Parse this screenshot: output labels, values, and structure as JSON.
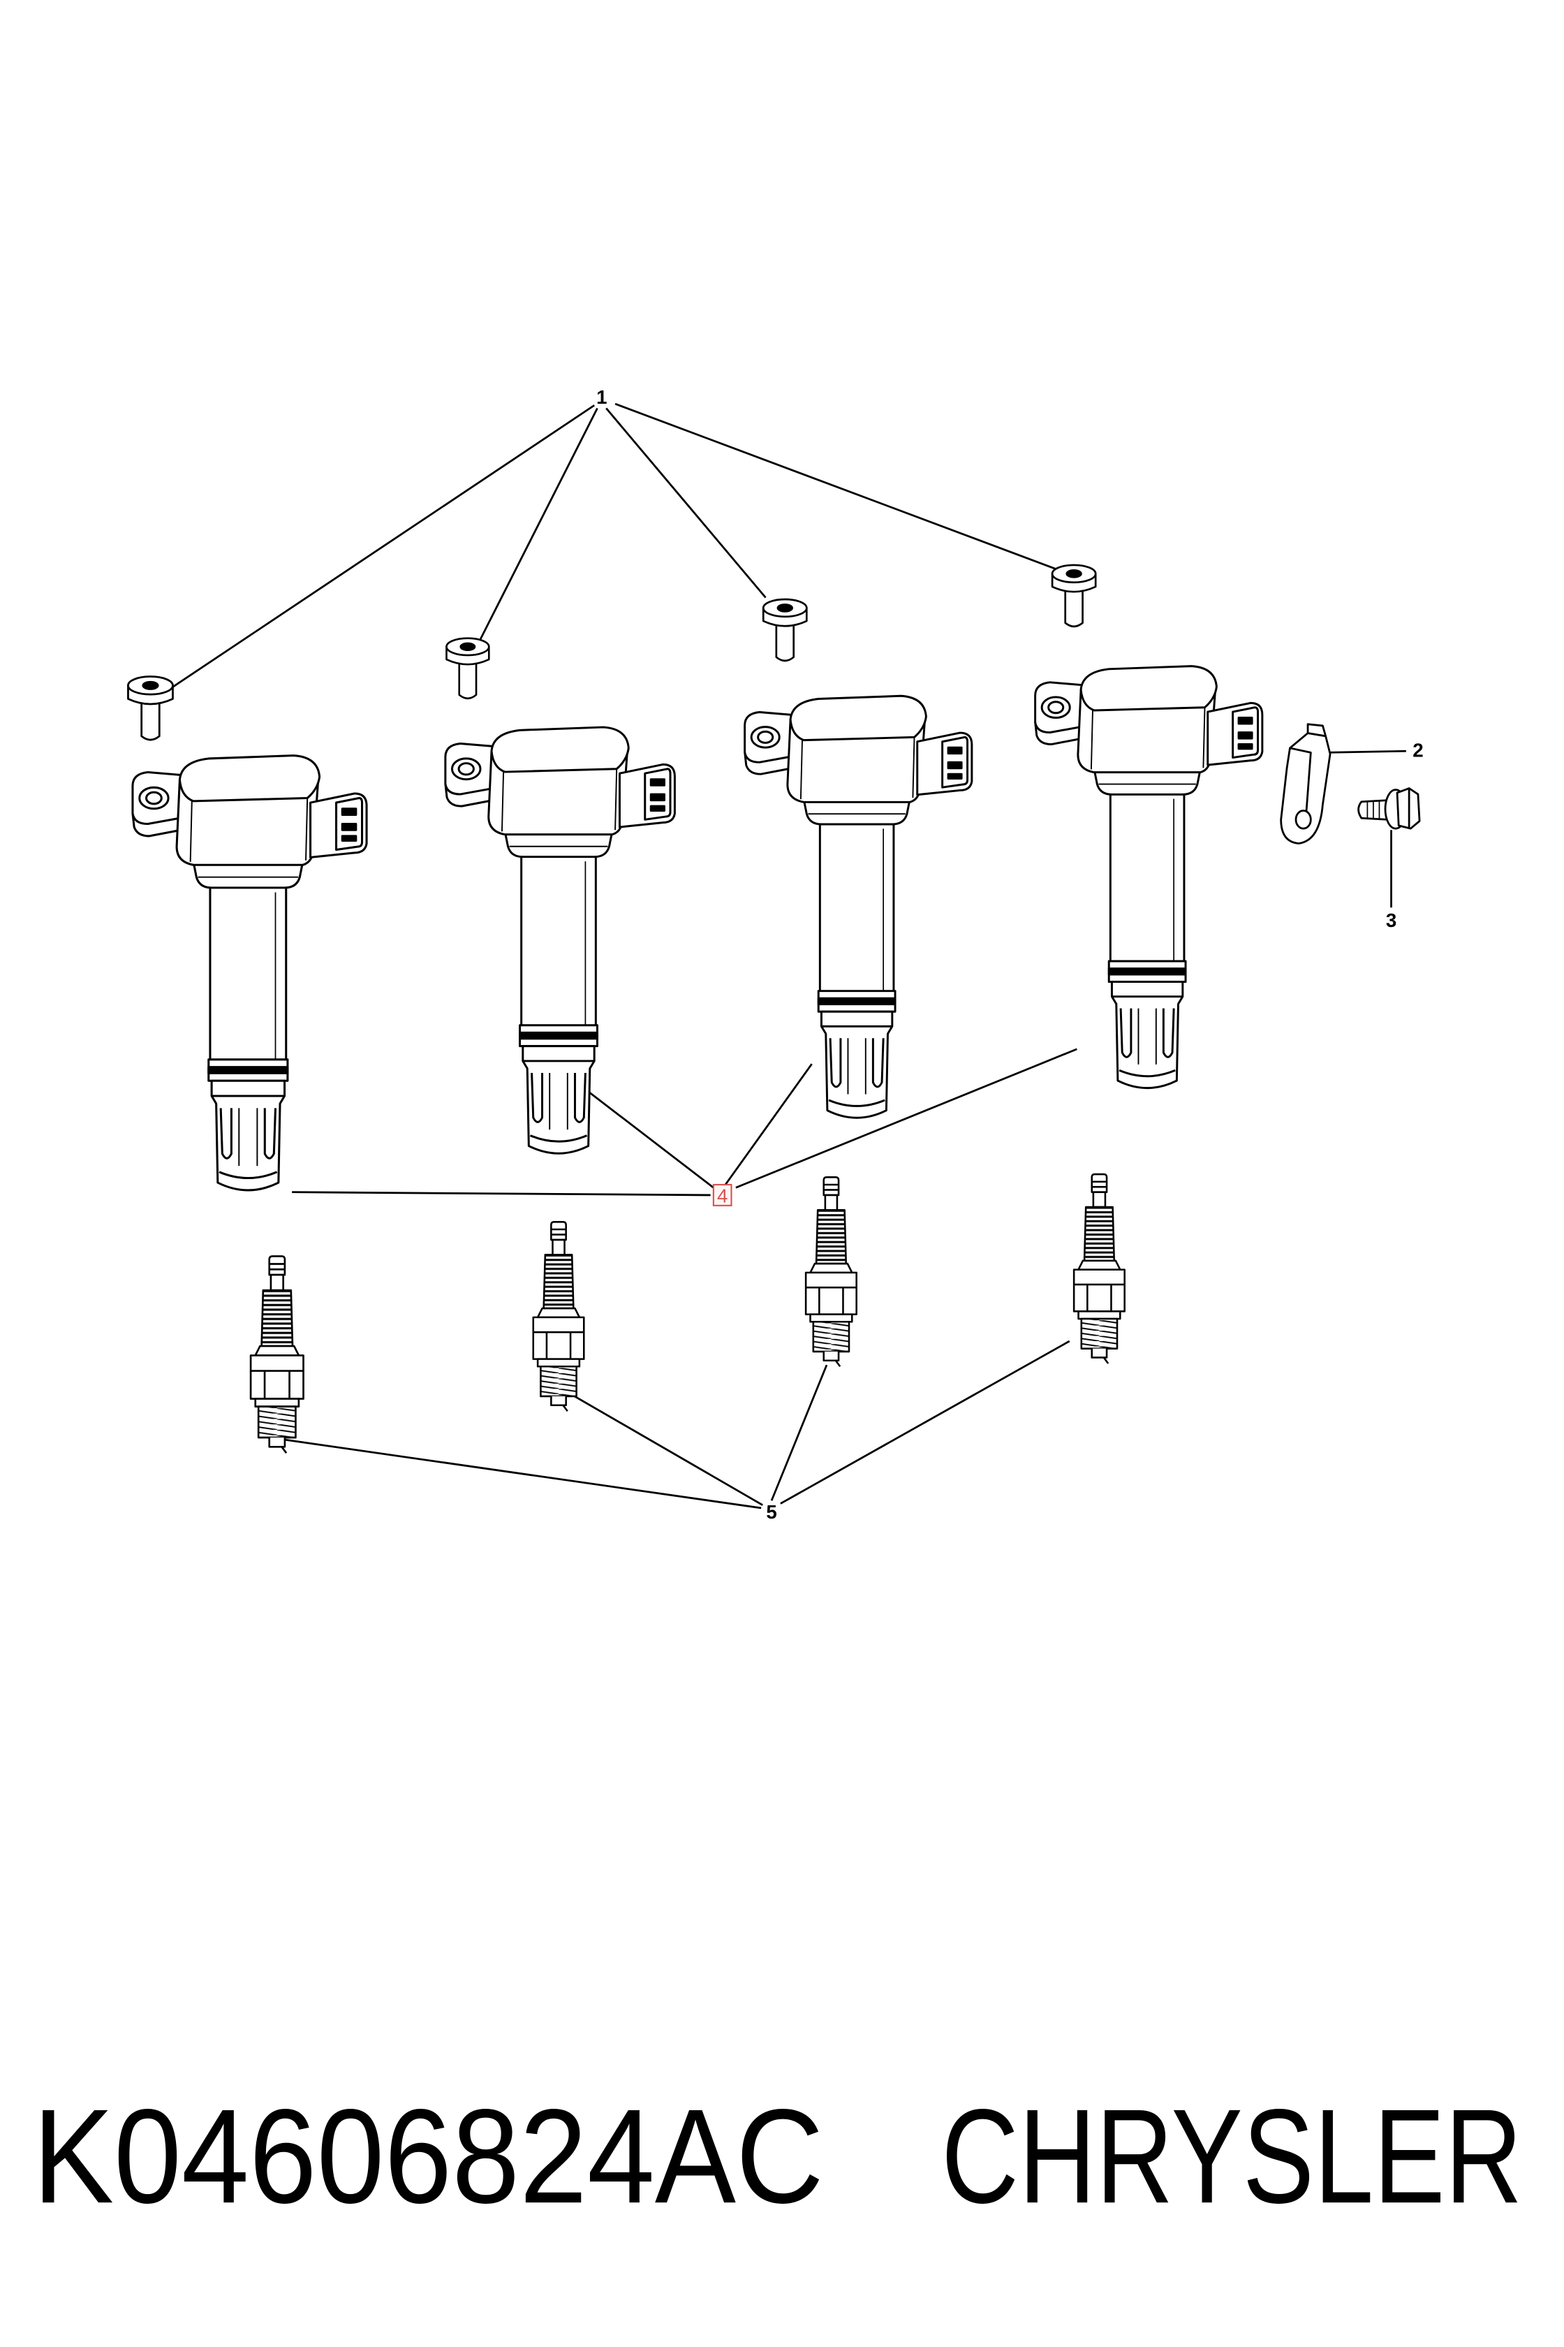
{
  "callouts": [
    {
      "label": "1"
    },
    {
      "label": "2"
    },
    {
      "label": "3"
    },
    {
      "label": "4"
    },
    {
      "label": "5"
    }
  ],
  "footer": {
    "part_number": "K04606824AC",
    "brand": "CHRYSLER"
  },
  "colors": {
    "line": "#000000",
    "background": "#ffffff",
    "highlight": "#d9534f"
  }
}
